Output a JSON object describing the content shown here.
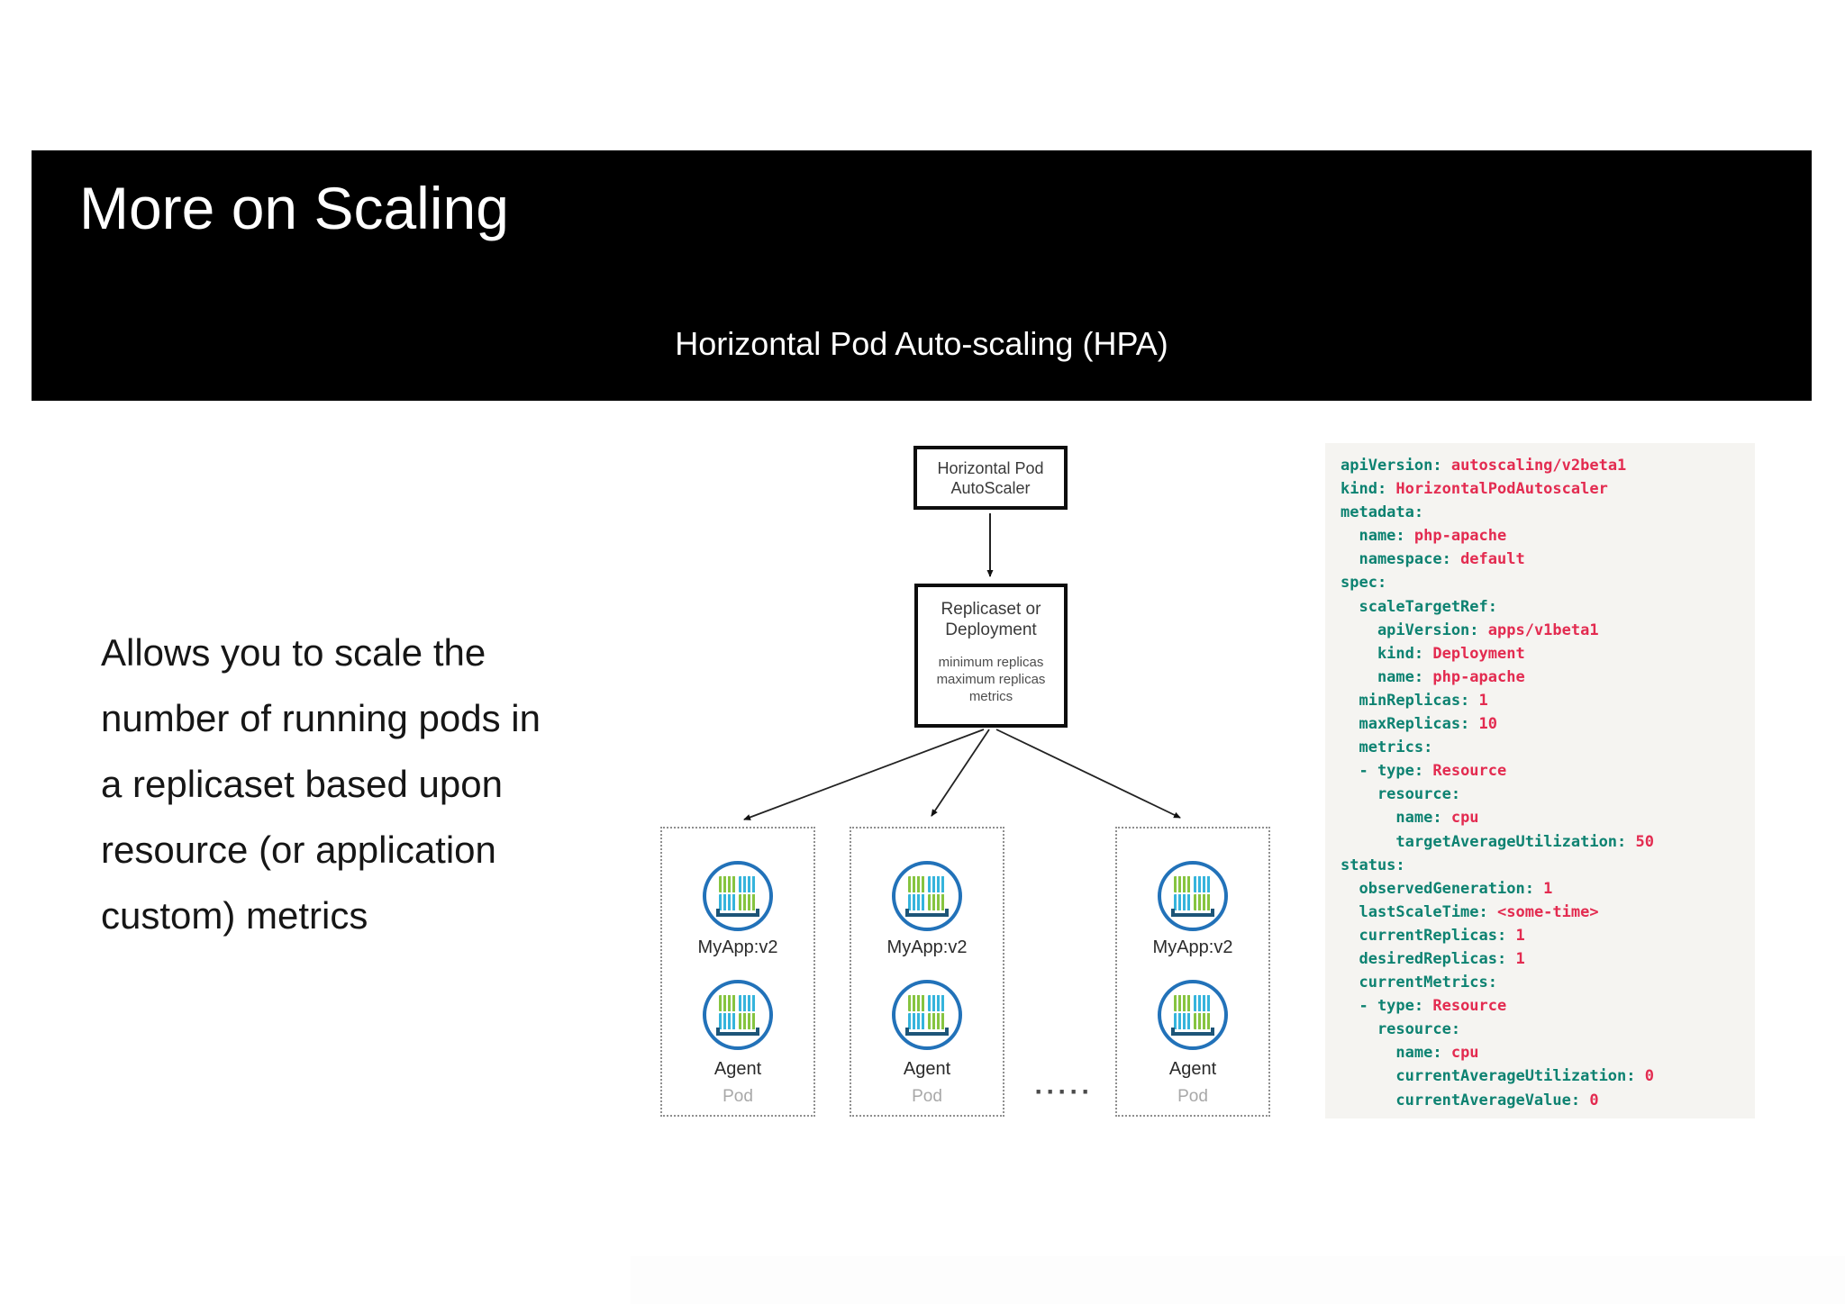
{
  "header": {
    "title": "More on Scaling",
    "subtitle": "Horizontal Pod Auto-scaling (HPA)"
  },
  "description": {
    "text": "Allows you to scale the\nnumber of running pods in\na replicaset based upon\nresource (or application\ncustom) metrics"
  },
  "diagram": {
    "hpa_box": {
      "label": "Horizontal Pod\nAutoScaler"
    },
    "replicaset_box": {
      "title": "Replicaset or\nDeployment",
      "details": "minimum replicas\nmaximum replicas\nmetrics"
    },
    "ellipsis": "·····",
    "pods": [
      {
        "containers": [
          {
            "label": "MyApp:v2"
          },
          {
            "label": "Agent"
          }
        ],
        "footer": "Pod"
      },
      {
        "containers": [
          {
            "label": "MyApp:v2"
          },
          {
            "label": "Agent"
          }
        ],
        "footer": "Pod"
      },
      {
        "containers": [
          {
            "label": "MyApp:v2"
          },
          {
            "label": "Agent"
          }
        ],
        "footer": "Pod"
      }
    ]
  },
  "yaml": {
    "lines": [
      {
        "pre": "",
        "key": "apiVersion",
        "value": "autoscaling/v2beta1"
      },
      {
        "pre": "",
        "key": "kind",
        "value": "HorizontalPodAutoscaler"
      },
      {
        "pre": "",
        "key": "metadata",
        "value": ""
      },
      {
        "pre": "  ",
        "key": "name",
        "value": "php-apache"
      },
      {
        "pre": "  ",
        "key": "namespace",
        "value": "default"
      },
      {
        "pre": "",
        "key": "spec",
        "value": ""
      },
      {
        "pre": "  ",
        "key": "scaleTargetRef",
        "value": ""
      },
      {
        "pre": "    ",
        "key": "apiVersion",
        "value": "apps/v1beta1"
      },
      {
        "pre": "    ",
        "key": "kind",
        "value": "Deployment"
      },
      {
        "pre": "    ",
        "key": "name",
        "value": "php-apache"
      },
      {
        "pre": "  ",
        "key": "minReplicas",
        "value": "1"
      },
      {
        "pre": "  ",
        "key": "maxReplicas",
        "value": "10"
      },
      {
        "pre": "  ",
        "key": "metrics",
        "value": ""
      },
      {
        "pre": "  ",
        "dash": true,
        "key": "type",
        "value": "Resource"
      },
      {
        "pre": "    ",
        "key": "resource",
        "value": ""
      },
      {
        "pre": "      ",
        "key": "name",
        "value": "cpu"
      },
      {
        "pre": "      ",
        "key": "targetAverageUtilization",
        "value": "50"
      },
      {
        "pre": "",
        "key": "status",
        "value": ""
      },
      {
        "pre": "  ",
        "key": "observedGeneration",
        "value": "1"
      },
      {
        "pre": "  ",
        "key": "lastScaleTime",
        "value": "<some-time>"
      },
      {
        "pre": "  ",
        "key": "currentReplicas",
        "value": "1"
      },
      {
        "pre": "  ",
        "key": "desiredReplicas",
        "value": "1"
      },
      {
        "pre": "  ",
        "key": "currentMetrics",
        "value": ""
      },
      {
        "pre": "  ",
        "dash": true,
        "key": "type",
        "value": "Resource"
      },
      {
        "pre": "    ",
        "key": "resource",
        "value": ""
      },
      {
        "pre": "      ",
        "key": "name",
        "value": "cpu"
      },
      {
        "pre": "      ",
        "key": "currentAverageUtilization",
        "value": "0"
      },
      {
        "pre": "      ",
        "key": "currentAverageValue",
        "value": "0"
      }
    ]
  },
  "colors": {
    "header_bg": "#000000",
    "yaml_key": "#0d8271",
    "yaml_value": "#e32b50",
    "yaml_panel_bg": "#f5f4f1",
    "pod_circle_blue": "#2272b9",
    "container_green": "#86c440",
    "container_blue": "#35b4dc",
    "container_bracket_navy": "#1d5578"
  }
}
